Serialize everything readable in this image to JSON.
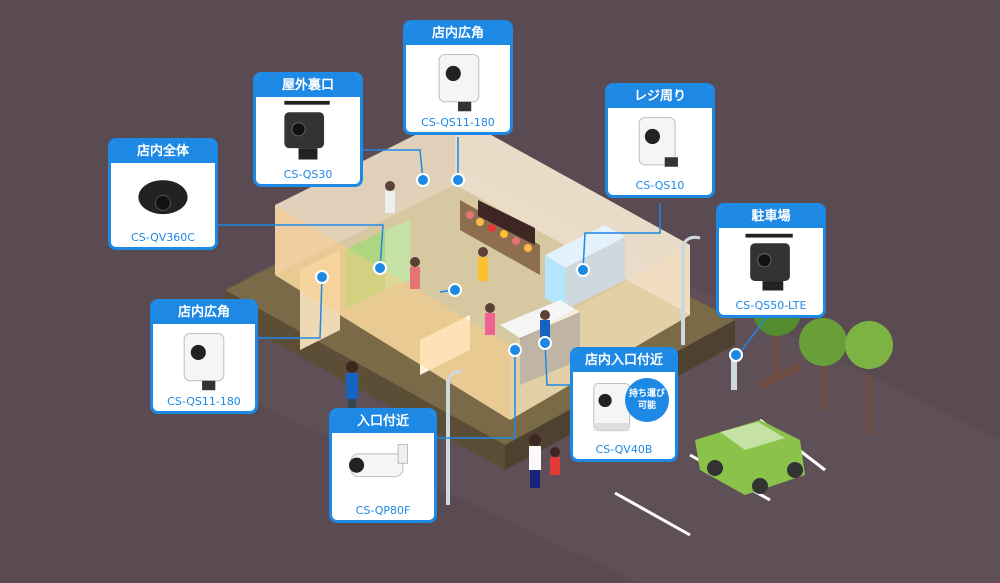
{
  "cameras": [
    {
      "id": "store-wide-top",
      "title": "店内広角",
      "model": "CS-QS11-180"
    },
    {
      "id": "outside-back",
      "title": "屋外裏口",
      "model": "CS-QS30"
    },
    {
      "id": "register",
      "title": "レジ周り",
      "model": "CS-QS10"
    },
    {
      "id": "store-whole",
      "title": "店内全体",
      "model": "CS-QV360C"
    },
    {
      "id": "parking",
      "title": "駐車場",
      "model": "CS-QS50-LTE"
    },
    {
      "id": "store-wide-left",
      "title": "店内広角",
      "model": "CS-QS11-180"
    },
    {
      "id": "entrance-inside",
      "title": "店内入口付近",
      "model": "CS-QV40B",
      "badge": "持ち運び可能"
    },
    {
      "id": "entrance",
      "title": "入口付近",
      "model": "CS-QP80F"
    }
  ],
  "colors": {
    "background": "#5a4a52",
    "accent": "#1e88e5",
    "floor": "#6b5a3e",
    "car": "#8bc34a"
  }
}
